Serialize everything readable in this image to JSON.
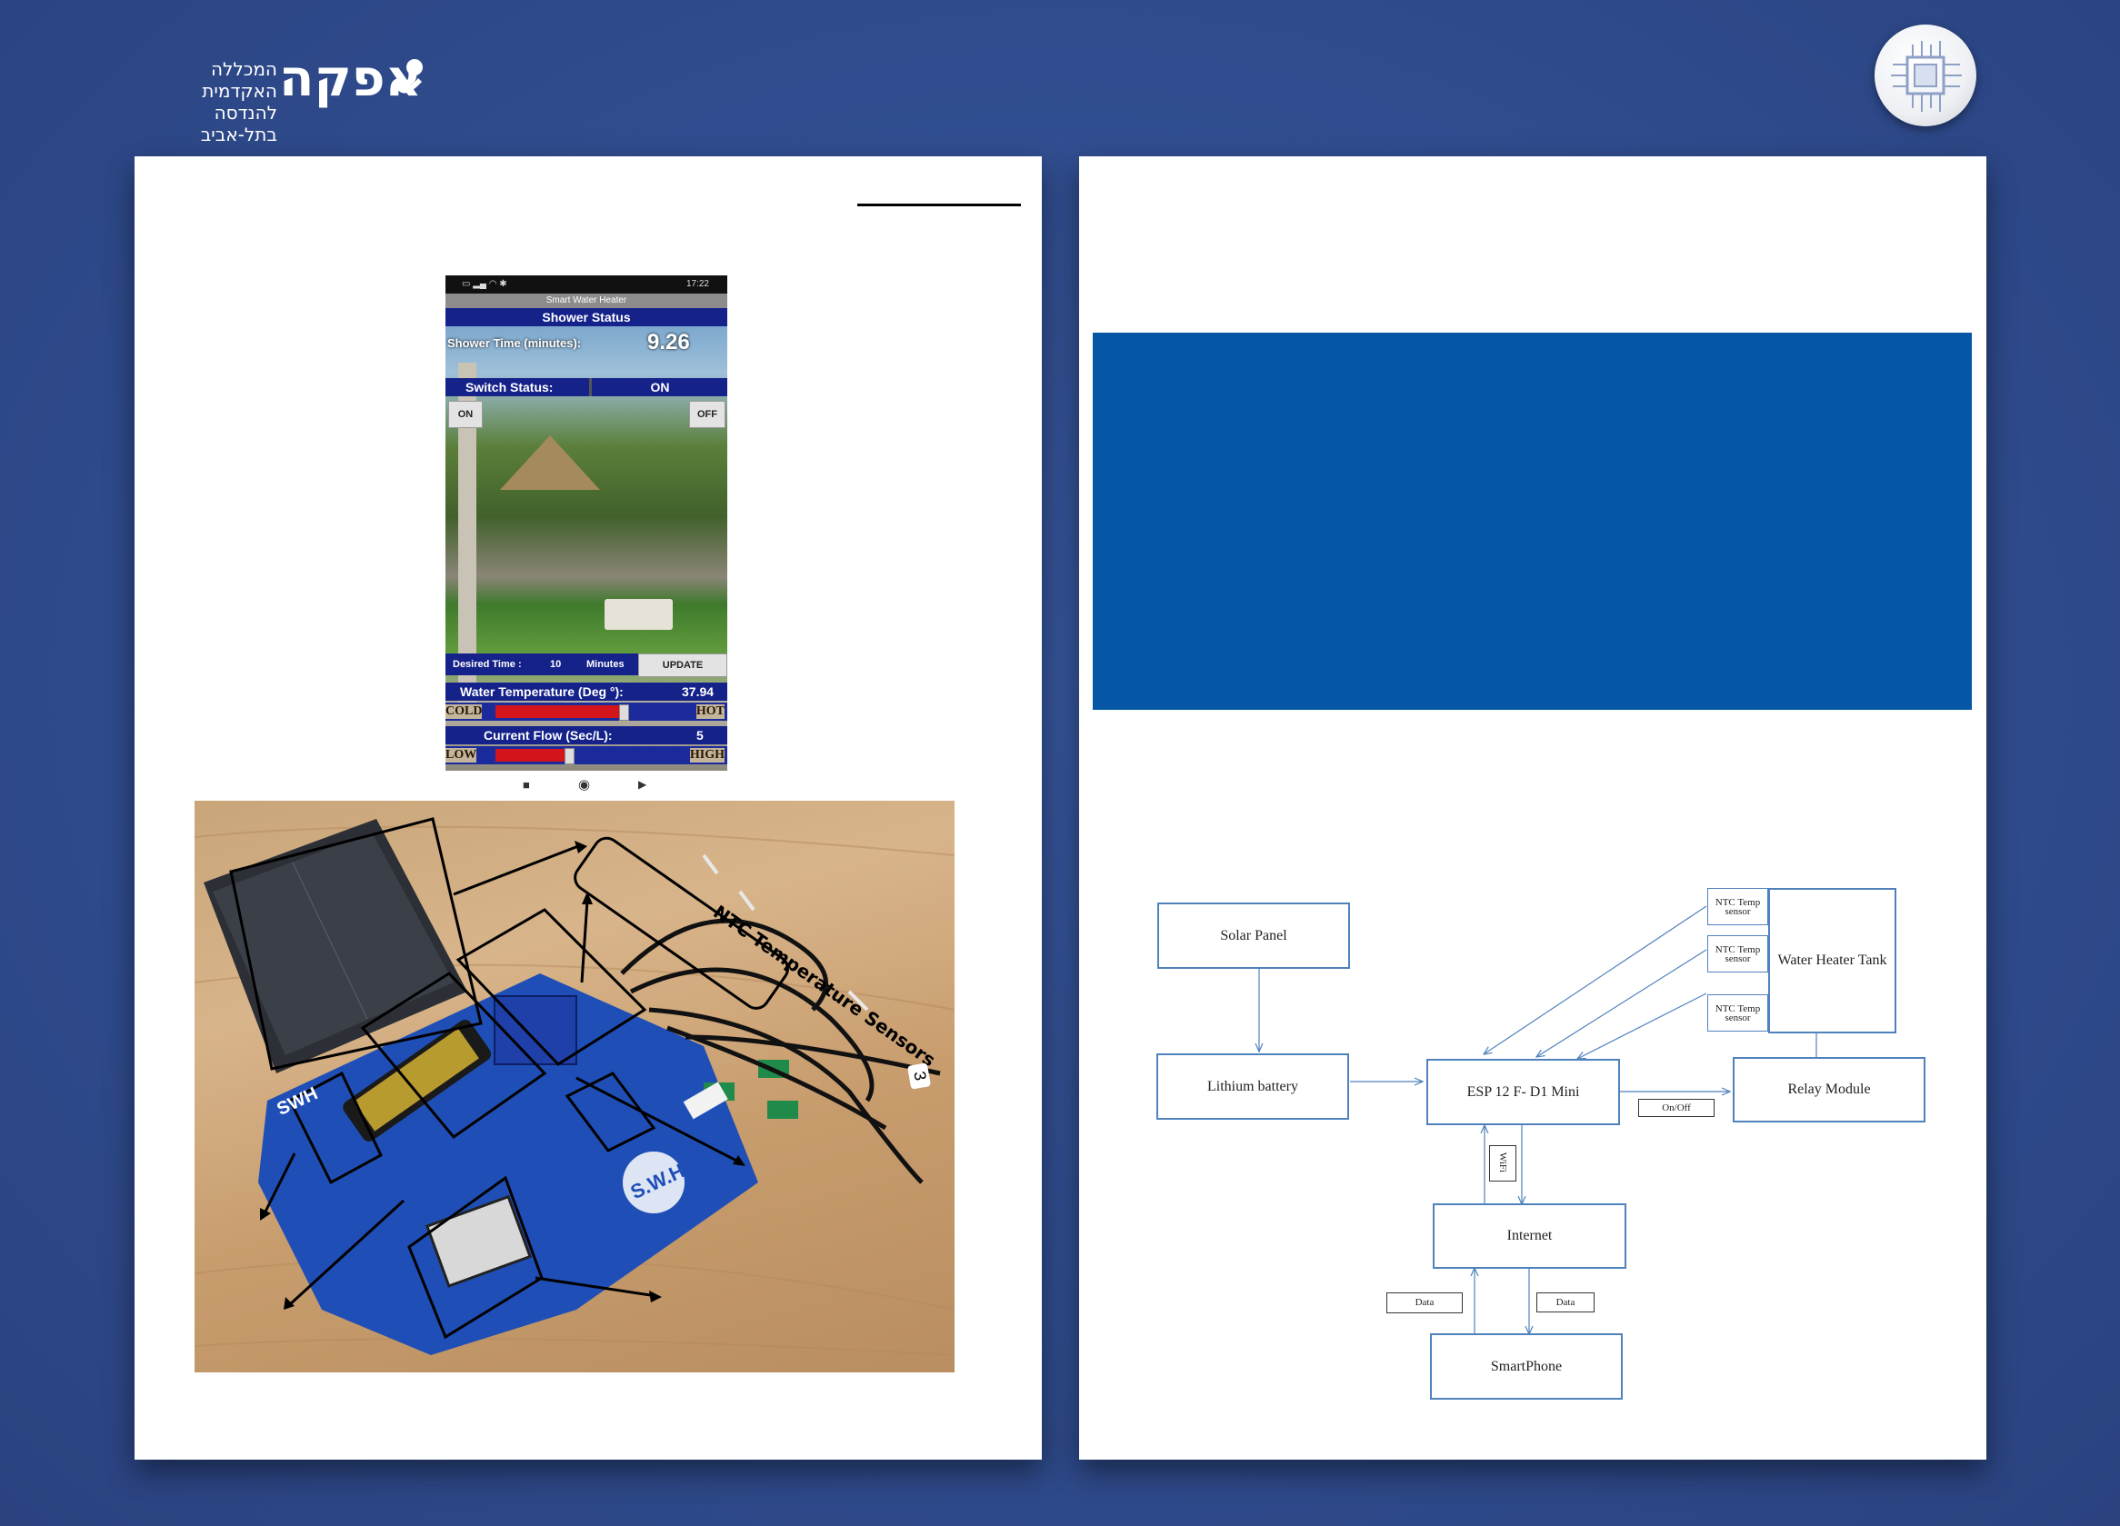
{
  "header": {
    "brand_name": "אפקה",
    "college_line1": "המכללה האקדמית",
    "college_line2": "להנדסה בתל-אביב"
  },
  "phone_app": {
    "status_time": "17:22",
    "app_title": "Smart Water Heater",
    "section_title": "Shower  Status",
    "shower_time_label": "Shower Time (minutes):",
    "shower_time_value": "9.26",
    "switch_status_label": "Switch Status:",
    "switch_status_value": "ON",
    "on_button": "ON",
    "off_button": "OFF",
    "desired_time_label": "Desired Time :",
    "desired_time_value": "10",
    "desired_time_unit": "Minutes",
    "update_button": "UPDATE",
    "water_temp_label": "Water Temperature (Deg °):",
    "water_temp_value": "37.94",
    "temp_slider": {
      "low_label": "COLD",
      "high_label": "HOT",
      "level": 0.68
    },
    "flow_label": "Current Flow (Sec/L):",
    "flow_value": "5",
    "flow_slider": {
      "low_label": "LOW",
      "high_label": "HIGH",
      "level": 0.38
    }
  },
  "board_photo": {
    "callout_label": "NTC Temperature Sensors",
    "board_text": "SWH",
    "board_logo": "S.W.H.",
    "sensor_tag": "3"
  },
  "block_diagram": {
    "nodes": {
      "solar_panel": "Solar Panel",
      "lithium_battery": "Lithium battery",
      "esp": "ESP 12 F- D1 Mini",
      "relay": "Relay Module",
      "water_heater": "Water Heater Tank",
      "internet": "Internet",
      "smartphone": "SmartPhone",
      "ntc_sensor": "NTC Temp sensor"
    },
    "tags": {
      "on_off": "On/Off",
      "wifi": "WiFi",
      "data": "Data"
    }
  }
}
